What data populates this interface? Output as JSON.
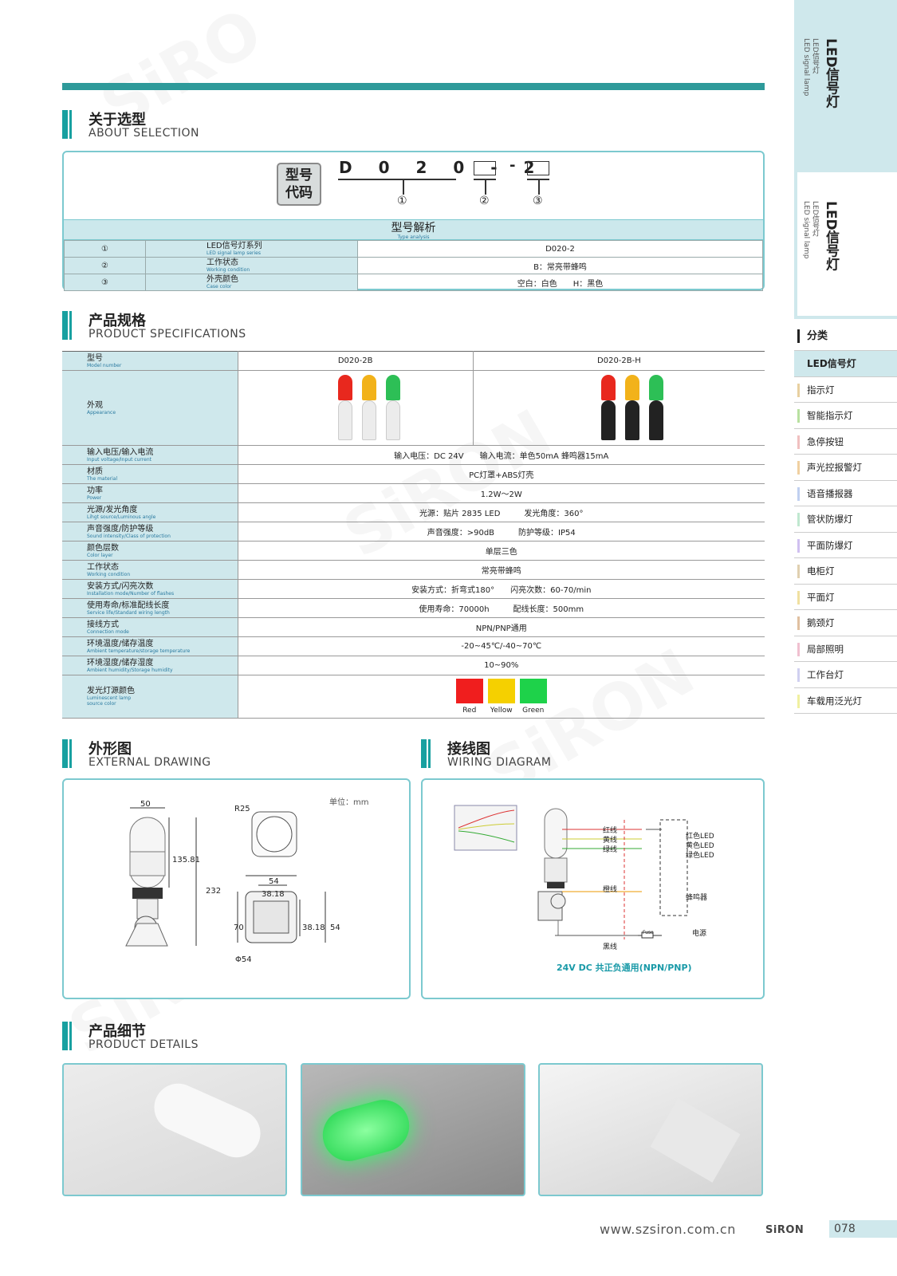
{
  "header": {
    "sec1_cn": "关于选型",
    "sec1_en": "ABOUT SELECTION"
  },
  "code": {
    "label_l1": "型号",
    "label_l2": "代码",
    "prefix": "D020-2",
    "dash": "-",
    "n1": "①",
    "n2": "②",
    "n3": "③"
  },
  "analysis": {
    "title_cn": "型号解析",
    "title_en": "Type analysis",
    "rows": [
      {
        "n": "①",
        "cn": "LED信号灯系列",
        "en": "LED signal lamp series",
        "v": "D020-2"
      },
      {
        "n": "②",
        "cn": "工作状态",
        "en": "Working condition",
        "v": "B：常亮带蜂鸣"
      },
      {
        "n": "③",
        "cn": "外壳颜色",
        "en": "Case color",
        "v": "空白：白色　　H：黑色"
      }
    ]
  },
  "spec": {
    "cn": "产品规格",
    "en": "PRODUCT SPECIFICATIONS",
    "model_cn": "型号",
    "model_en": "Model number",
    "m1": "D020-2B",
    "m2": "D020-2B-H",
    "appear_cn": "外观",
    "appear_en": "Appearance",
    "rows": [
      {
        "cn": "输入电压/输入电流",
        "en": "Input voltage/Input current",
        "v": "输入电压：DC 24V　　输入电流：单色50mA  蜂鸣器15mA"
      },
      {
        "cn": "材质",
        "en": "The material",
        "v": "PC灯罩+ABS灯壳"
      },
      {
        "cn": "功率",
        "en": "Power",
        "v": "1.2W～2W"
      },
      {
        "cn": "光源/发光角度",
        "en": "Lihgt source/Luminous angle",
        "v": "光源：贴片 2835 LED　　　发光角度：360°"
      },
      {
        "cn": "声音强度/防护等级",
        "en": "Sound intensity/Class of protection",
        "v": "声音强度：>90dB　　　防护等级：IP54"
      },
      {
        "cn": "颜色层数",
        "en": "Color layer",
        "v": "单层三色"
      },
      {
        "cn": "工作状态",
        "en": "Working condition",
        "v": "常亮带蜂鸣"
      },
      {
        "cn": "安装方式/闪亮次数",
        "en": "Installation mode/Number of flashes",
        "v": "安装方式：折弯式180°　　闪亮次数：60-70/min"
      },
      {
        "cn": "使用寿命/标准配线长度",
        "en": "Service life/Standard wiring length",
        "v": "使用寿命：70000h　　　配线长度：500mm"
      },
      {
        "cn": "接线方式",
        "en": "Connection mode",
        "v": "NPN/PNP通用"
      },
      {
        "cn": "环境温度/储存温度",
        "en": "Ambient temperature/storage temperature",
        "v": "-20~45℃/-40~70℃"
      },
      {
        "cn": "环境湿度/储存湿度",
        "en": "Ambient humidity/Storage humidity",
        "v": "10~90%"
      }
    ],
    "color_cn": "发光灯源颜色",
    "color_en1": "Luminescent lamp",
    "color_en2": "source color",
    "colors": [
      {
        "name": "Red",
        "hex": "#f01e1e"
      },
      {
        "name": "Yellow",
        "hex": "#f5d000"
      },
      {
        "name": "Green",
        "hex": "#1ed24a"
      }
    ]
  },
  "ext": {
    "cn": "外形图",
    "en": "EXTERNAL DRAWING",
    "unit": "单位：mm",
    "d50": "50",
    "d135": "135.81",
    "d232": "232",
    "r25": "R25",
    "d54": "54",
    "d3818": "38.18",
    "d70": "70",
    "d3818b": "38.18",
    "d54b": "54",
    "phi54": "Φ54"
  },
  "wiring": {
    "cn": "接线图",
    "en": "WIRING DIAGRAM",
    "w_red": "红线",
    "w_yel": "黄线",
    "w_grn": "绿线",
    "w_org": "橙线",
    "w_blk": "黑线",
    "l_red": "红色LED",
    "l_yel": "黄色LED",
    "l_grn": "绿色LED",
    "l_buz": "蜂鸣器",
    "power": "电源",
    "fuse": "Fuse",
    "caption": "24V DC 共正负通用(NPN/PNP)"
  },
  "details": {
    "cn": "产品细节",
    "en": "PRODUCT DETAILS"
  },
  "sidebar": {
    "t1": "LED信号灯",
    "t1a": "LED信号灯",
    "t1b": "LED signal lamp",
    "t2": "LED信号灯",
    "t2a": "LED信号灯",
    "t2b": "LED signal lamp",
    "head": "分类",
    "active": "LED信号灯",
    "items": [
      "指示灯",
      "智能指示灯",
      "急停按钮",
      "声光控报警灯",
      "语音播报器",
      "管状防爆灯",
      "平面防爆灯",
      "电柜灯",
      "平面灯",
      "鹅颈灯",
      "局部照明",
      "工作台灯",
      "车载用泛光灯"
    ],
    "accents": [
      "#e8d0a0",
      "#b8e0a0",
      "#f0c0c0",
      "#f0d0a0",
      "#c0d0f0",
      "#c0e8d0",
      "#d0c0f0",
      "#e0d0b0",
      "#f0e0a0",
      "#e0c0a0",
      "#f0c0d0",
      "#d0d0f0",
      "#f0f0a0"
    ]
  },
  "footer": {
    "url": "www.szsiron.com.cn",
    "logo": "SiRON",
    "page": "078"
  }
}
